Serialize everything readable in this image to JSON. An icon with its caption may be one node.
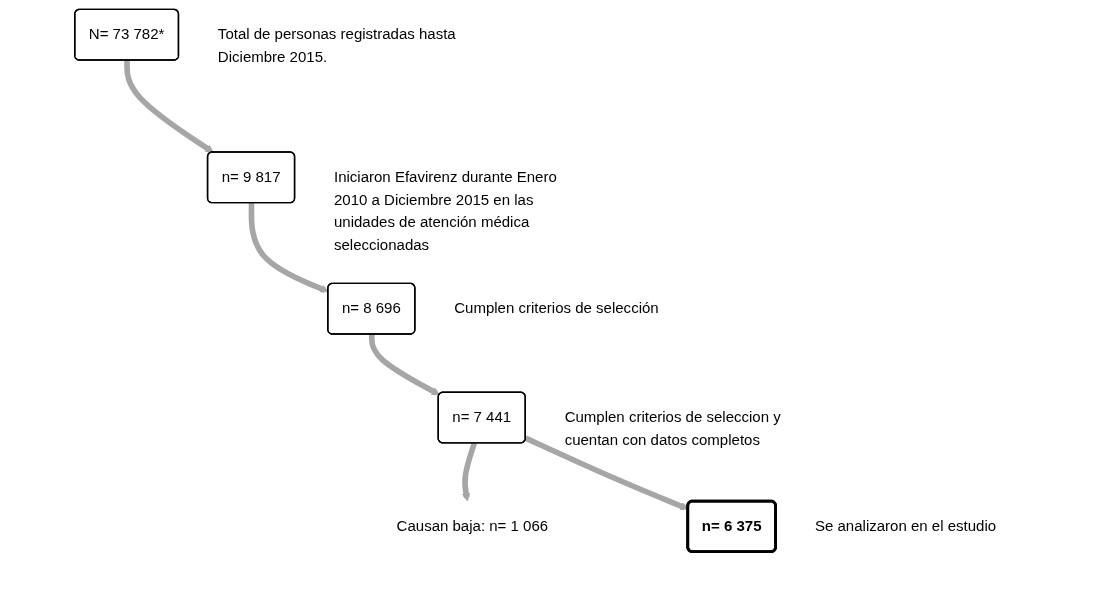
{
  "diagram": {
    "nodes": [
      {
        "text": [
          "N= 73 782*"
        ],
        "beside": [
          "Total de personas registradas hasta Diciembre 2015."
        ]
      },
      {
        "text": [
          "n= 9 817"
        ],
        "beside": [
          "Iniciaron Efavirenz durante Enero 2010 a Diciembre 2015 en las unidades de atención médica seleccionadas"
        ]
      },
      {
        "text": [
          "n= 8 696"
        ],
        "beside": [
          "Cumplen criterios de selección"
        ]
      },
      {
        "text": [
          "n= 7 441"
        ],
        "beside": [
          "Cumplen criterios de seleccion y cuentan con datos completos"
        ]
      },
      {
        "text": [
          "Causan baja: n= 1 066"
        ]
      },
      {
        "text": [
          "n= 6 375"
        ],
        "beside": [
          "Se analizaron en el estudio"
        ]
      }
    ],
    "edges": [
      {
        "from": 0,
        "to": 1,
        "arrow": "to"
      },
      {
        "from": 1,
        "to": 2,
        "arrow": "to"
      },
      {
        "from": 2,
        "to": 3,
        "arrow": "to"
      },
      {
        "from": 3,
        "to": 4,
        "arrow": "to"
      },
      {
        "from": 3,
        "to": 5,
        "arrow": "to"
      }
    ]
  }
}
